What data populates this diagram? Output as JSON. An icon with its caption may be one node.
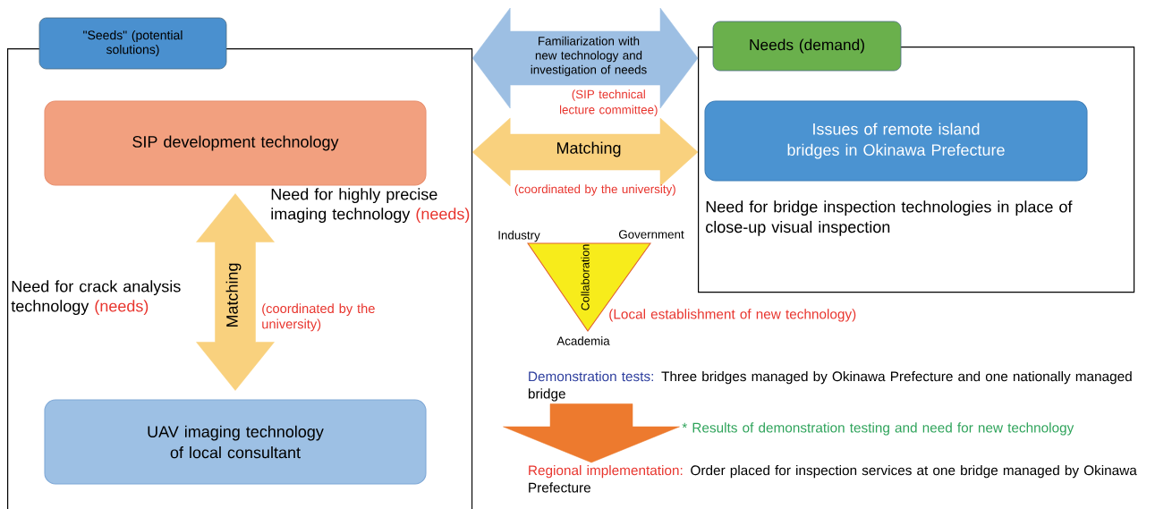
{
  "diagram": {
    "nodes": [
      {
        "text": [
          "\"Seeds\" (potential solutions)"
        ]
      },
      {
        "text": [
          "SIP development technology"
        ],
        "in": 0
      },
      {
        "text": [
          "UAV imaging technology of local consultant"
        ],
        "in": 0
      },
      {
        "text": [
          "Needs (demand)",
          "Need for bridge inspection technologies in place of close-up visual inspection"
        ]
      },
      {
        "text": [
          "Issues of remote island bridges in Okinawa Prefecture"
        ],
        "in": 3
      },
      {
        "text": [
          "Collaboration"
        ],
        "beside": [
          "Industry",
          "Government",
          "Academia"
        ]
      },
      {
        "text": [
          "Demonstration tests:",
          "Three bridges managed by Okinawa Prefecture and one nationally managed bridge"
        ]
      },
      {
        "text": [
          "Regional implementation:",
          "Order placed for inspection services at one bridge managed by Okinawa Prefecture"
        ]
      }
    ],
    "edges": [
      {
        "from": 0,
        "to": 3,
        "arrow": "both",
        "label": "Familiarization with new technology and investigation of needs",
        "color": "#9dbfe3"
      },
      {
        "from": 0,
        "to": 3,
        "arrow": "both",
        "label": "Matching"
      },
      {
        "from": 1,
        "to": 2,
        "arrow": "both",
        "label": "Matching"
      },
      {
        "from": 6,
        "to": 7,
        "arrow": "to",
        "color": "#ed7a2e",
        "style": "thick"
      }
    ],
    "labels": [
      "(SIP technical lecture committee)",
      "(coordinated by the university)",
      "Need for highly precise imaging technology",
      "(needs)",
      "Need for crack analysis technology",
      "(needs)",
      "(coordinated by the university)",
      "(Local establishment of new technology)",
      "* Results of demonstration testing and need for new technology"
    ]
  }
}
